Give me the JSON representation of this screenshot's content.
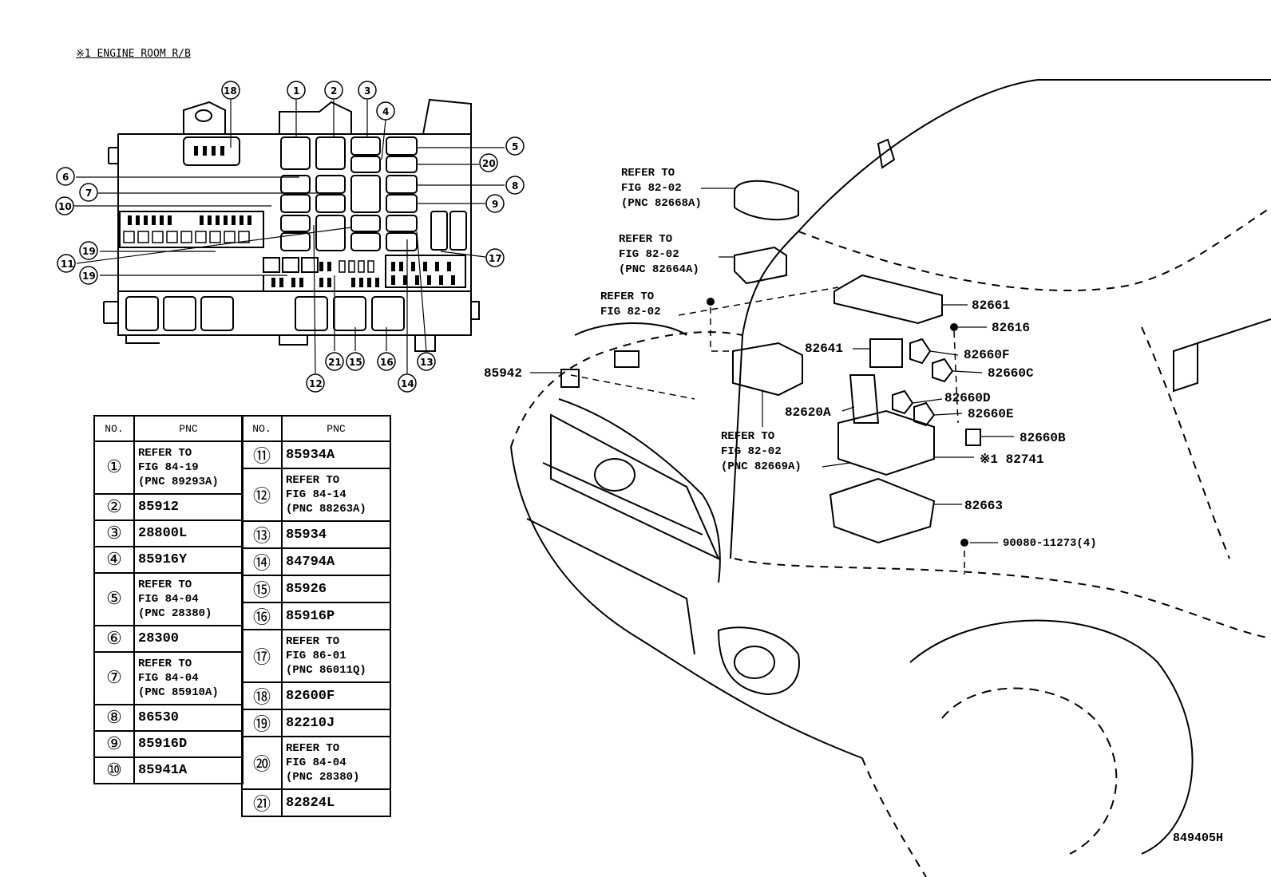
{
  "title": "※1 ENGINE ROOM R/B",
  "figure_code": "849405H",
  "table_headers": {
    "no": "NO.",
    "pnc": "PNC"
  },
  "left_table": [
    {
      "no": "①",
      "pnc": "REFER TO\nFIG 84-19\n(PNC 89293A)"
    },
    {
      "no": "②",
      "pnc": "85912"
    },
    {
      "no": "③",
      "pnc": "28800L"
    },
    {
      "no": "④",
      "pnc": "85916Y"
    },
    {
      "no": "⑤",
      "pnc": "REFER TO\nFIG 84-04\n(PNC 28380)"
    },
    {
      "no": "⑥",
      "pnc": "28300"
    },
    {
      "no": "⑦",
      "pnc": "REFER TO\nFIG 84-04\n(PNC 85910A)"
    },
    {
      "no": "⑧",
      "pnc": "86530"
    },
    {
      "no": "⑨",
      "pnc": "85916D"
    },
    {
      "no": "⑩",
      "pnc": "85941A"
    }
  ],
  "right_table": [
    {
      "no": "⑪",
      "pnc": "85934A"
    },
    {
      "no": "⑫",
      "pnc": "REFER TO\nFIG 84-14\n(PNC 88263A)"
    },
    {
      "no": "⑬",
      "pnc": "85934"
    },
    {
      "no": "⑭",
      "pnc": "84794A"
    },
    {
      "no": "⑮",
      "pnc": "85926"
    },
    {
      "no": "⑯",
      "pnc": "85916P"
    },
    {
      "no": "⑰",
      "pnc": "REFER TO\nFIG 86-01\n(PNC 86011Q)"
    },
    {
      "no": "⑱",
      "pnc": "82600F"
    },
    {
      "no": "⑲",
      "pnc": "82210J"
    },
    {
      "no": "⑳",
      "pnc": "REFER TO\nFIG 84-04\n(PNC 28380)"
    },
    {
      "no": "㉑",
      "pnc": "82824L"
    }
  ],
  "callouts": {
    "c1": "1",
    "c2": "2",
    "c3": "3",
    "c4": "4",
    "c5": "5",
    "c6": "6",
    "c7": "7",
    "c8": "8",
    "c9": "9",
    "c10": "10",
    "c11": "11",
    "c12": "12",
    "c13": "13",
    "c14": "14",
    "c15": "15",
    "c16": "16",
    "c17": "17",
    "c18": "18",
    "c19a": "19",
    "c19b": "19",
    "c20": "20",
    "c21": "21"
  },
  "part_labels": {
    "refer_82668A": "REFER TO\nFIG 82-02\n(PNC 82668A)",
    "refer_82664A": "REFER TO\nFIG 82-02\n(PNC 82664A)",
    "refer_fig": "REFER TO\nFIG 82-02",
    "refer_82669A": "REFER TO\nFIG 82-02\n(PNC 82669A)",
    "p82661": "82661",
    "p82616": "82616",
    "p82641": "82641",
    "p82660F": "82660F",
    "p82660C": "82660C",
    "p85942": "85942",
    "p82660D": "82660D",
    "p82620A": "82620A",
    "p82660E": "82660E",
    "p82660B": "82660B",
    "p82741": "※1 82741",
    "p82663": "82663",
    "p90080": "90080-11273(4)"
  }
}
